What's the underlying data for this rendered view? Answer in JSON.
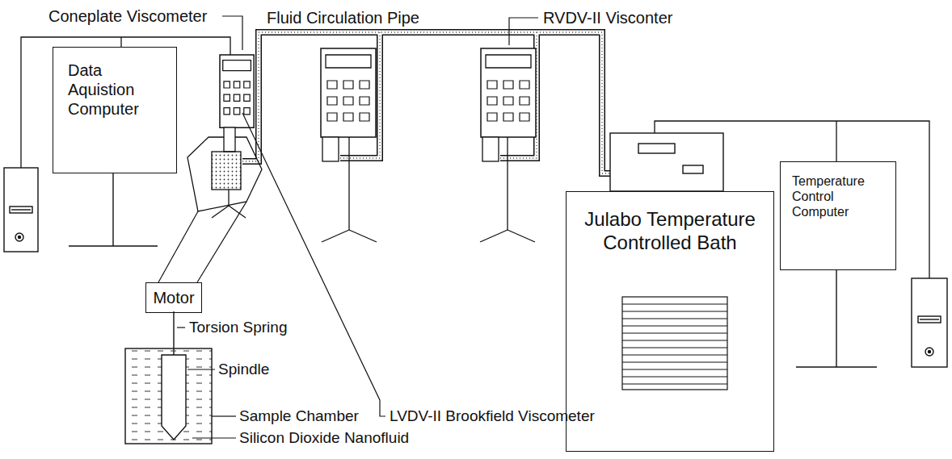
{
  "diagram": {
    "nodes": [
      {
        "text": [
          "Data Aquistion Computer"
        ]
      },
      {
        "text": [
          "Julabo Temperature Controlled Bath"
        ]
      },
      {
        "text": [
          "Temperature Control Computer"
        ]
      },
      {
        "text": [
          "Motor"
        ]
      }
    ],
    "labels": [
      "Coneplate Viscometer",
      "Fluid Circulation Pipe",
      "RVDV-II Visconter",
      "Torsion Spring",
      "Spindle",
      "Sample Chamber",
      "Silicon Dioxide Nanofluid",
      "LVDV-II Brookfield Viscometer"
    ]
  }
}
